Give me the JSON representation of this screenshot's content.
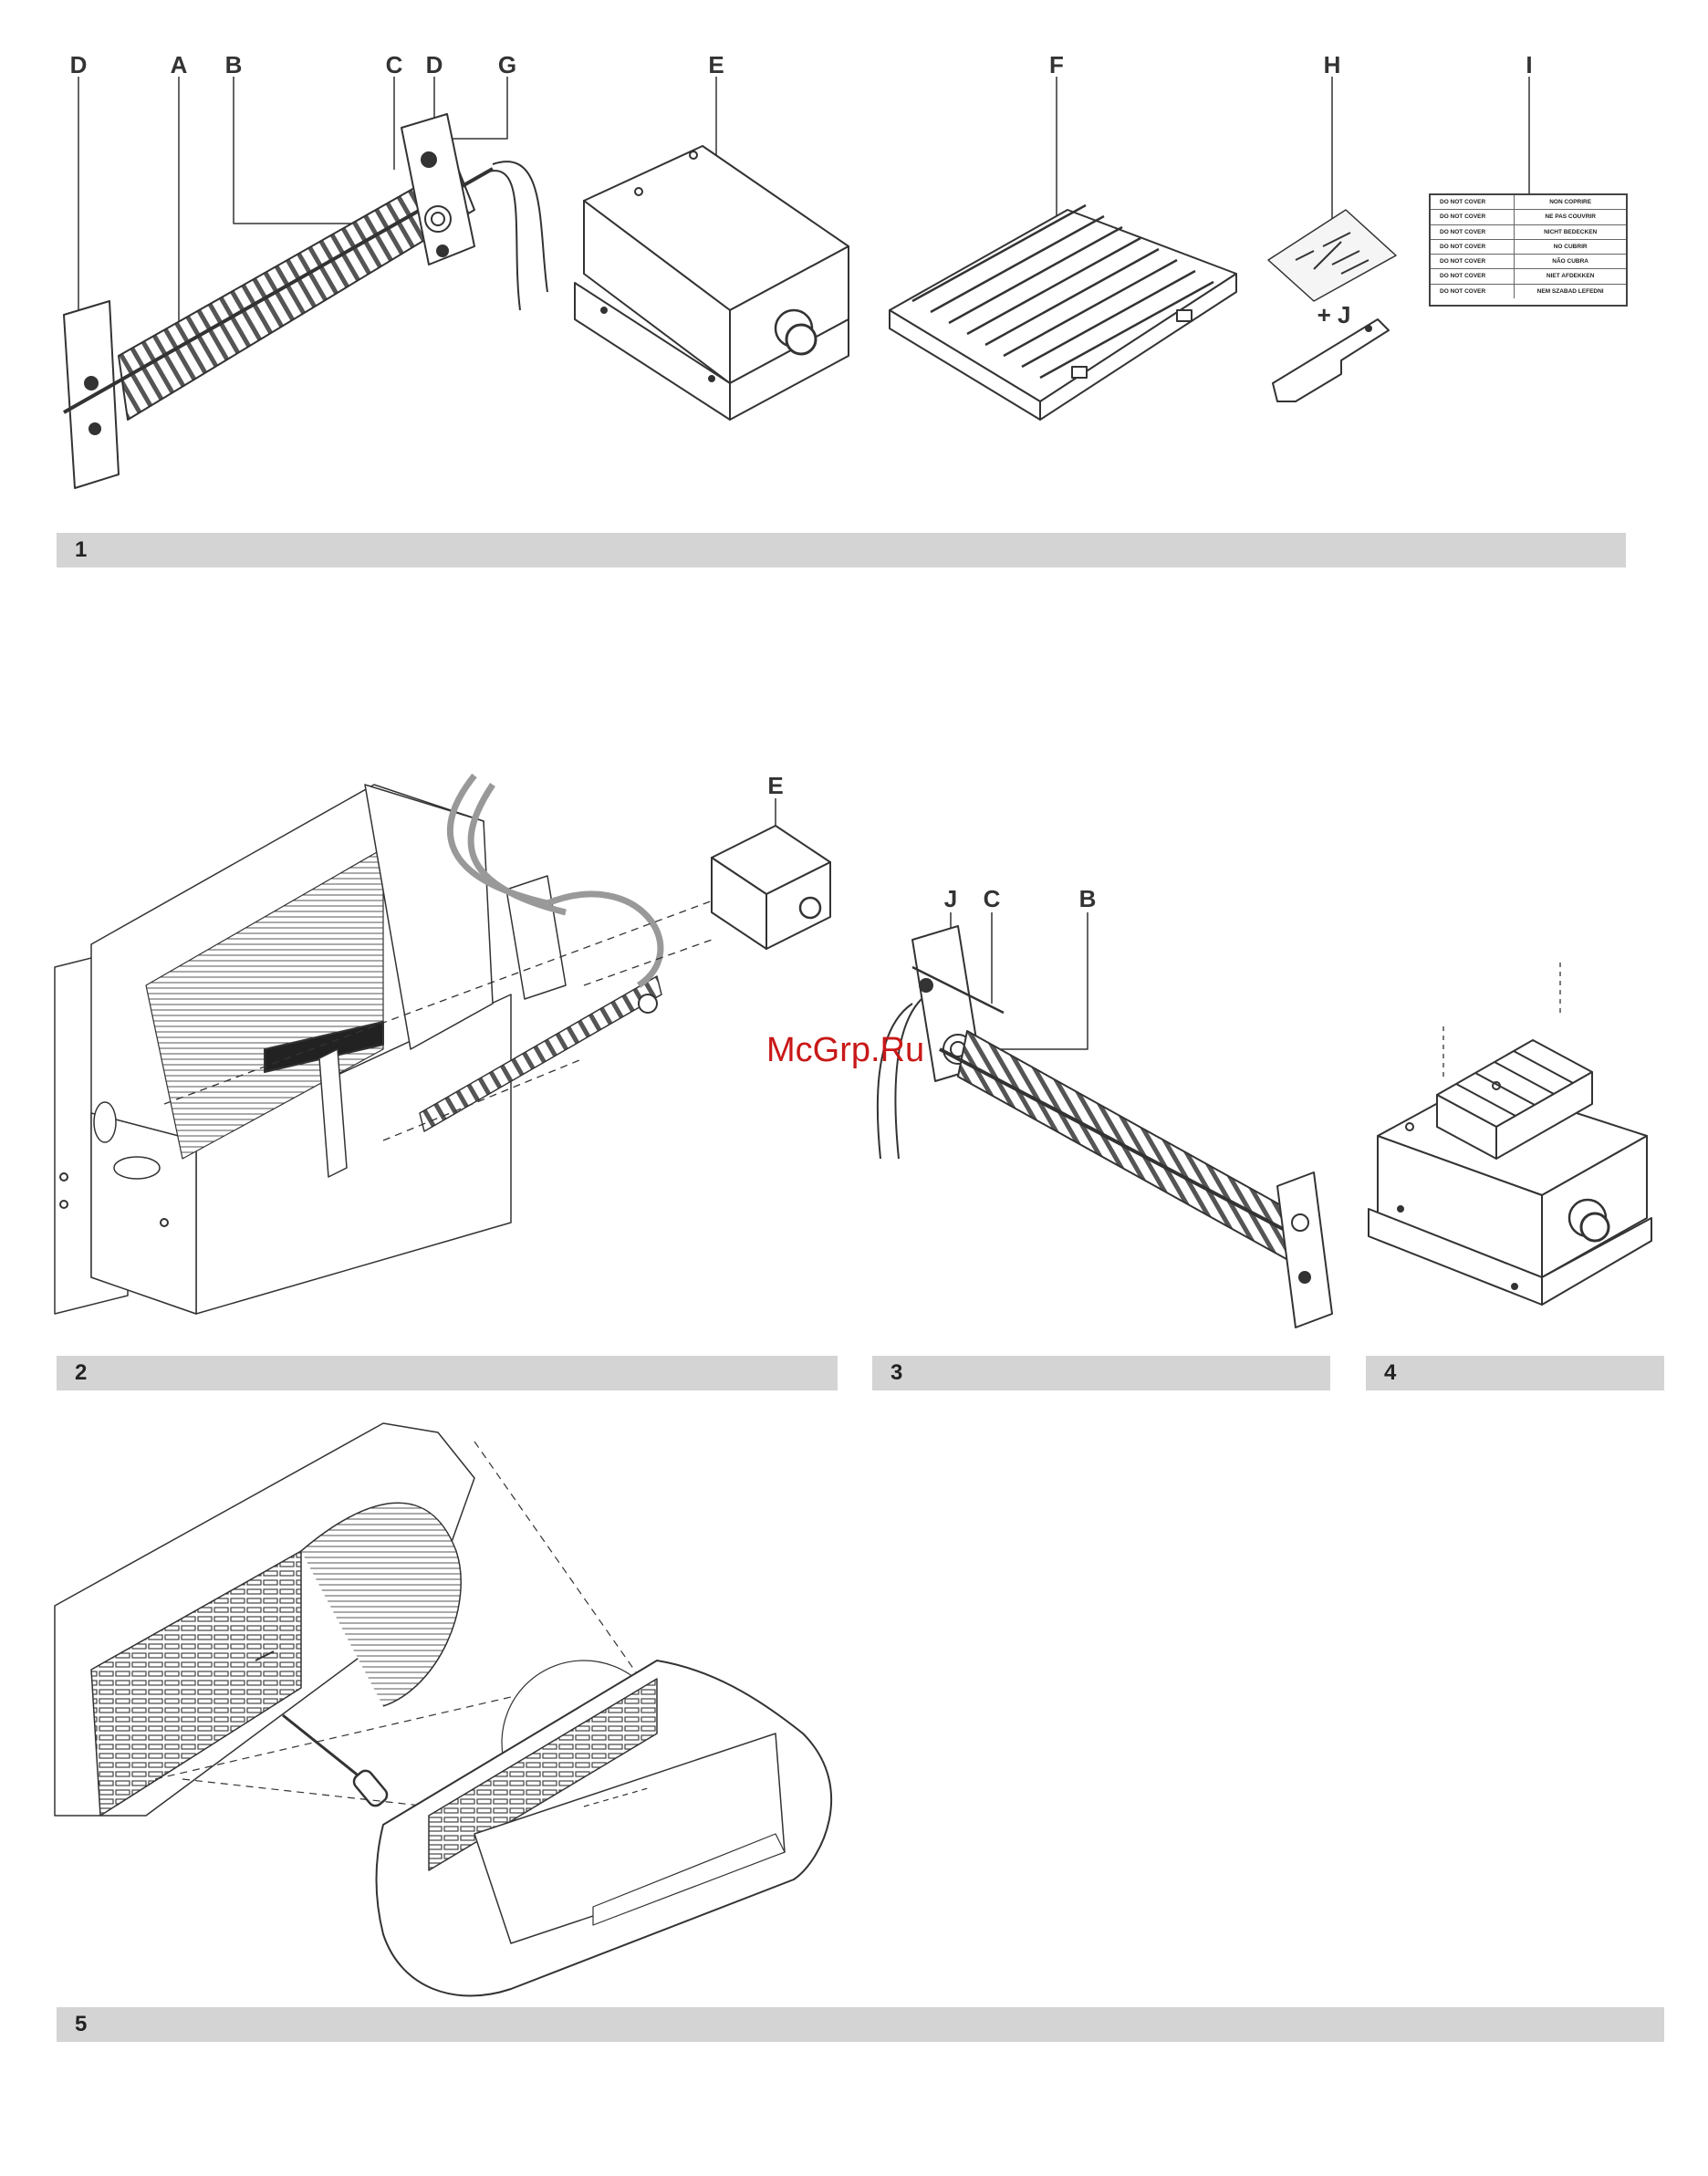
{
  "figure1": {
    "labels": [
      "D",
      "A",
      "B",
      "C",
      "D",
      "G",
      "E",
      "F",
      "H",
      "I"
    ],
    "plus_j": "+ J",
    "number": "1",
    "warning_label": [
      {
        "left": "DO NOT COVER",
        "right": "NON COPRIRE"
      },
      {
        "left": "DO NOT COVER",
        "right": "NE PAS COUVRIR"
      },
      {
        "left": "DO NOT COVER",
        "right": "NICHT BEDECKEN"
      },
      {
        "left": "DO NOT COVER",
        "right": "NO CUBRIR"
      },
      {
        "left": "DO NOT COVER",
        "right": "NÃO CUBRA"
      },
      {
        "left": "DO NOT COVER",
        "right": "NIET AFDEKKEN"
      },
      {
        "left": "DO NOT COVER",
        "right": "NEM SZABAD LEFEDNI"
      }
    ]
  },
  "figure2": {
    "label_e": "E",
    "number": "2"
  },
  "figure3": {
    "labels": [
      "J",
      "C",
      "B"
    ],
    "number": "3"
  },
  "figure4": {
    "number": "4"
  },
  "figure5": {
    "number": "5"
  },
  "watermark": "McGrp.Ru"
}
